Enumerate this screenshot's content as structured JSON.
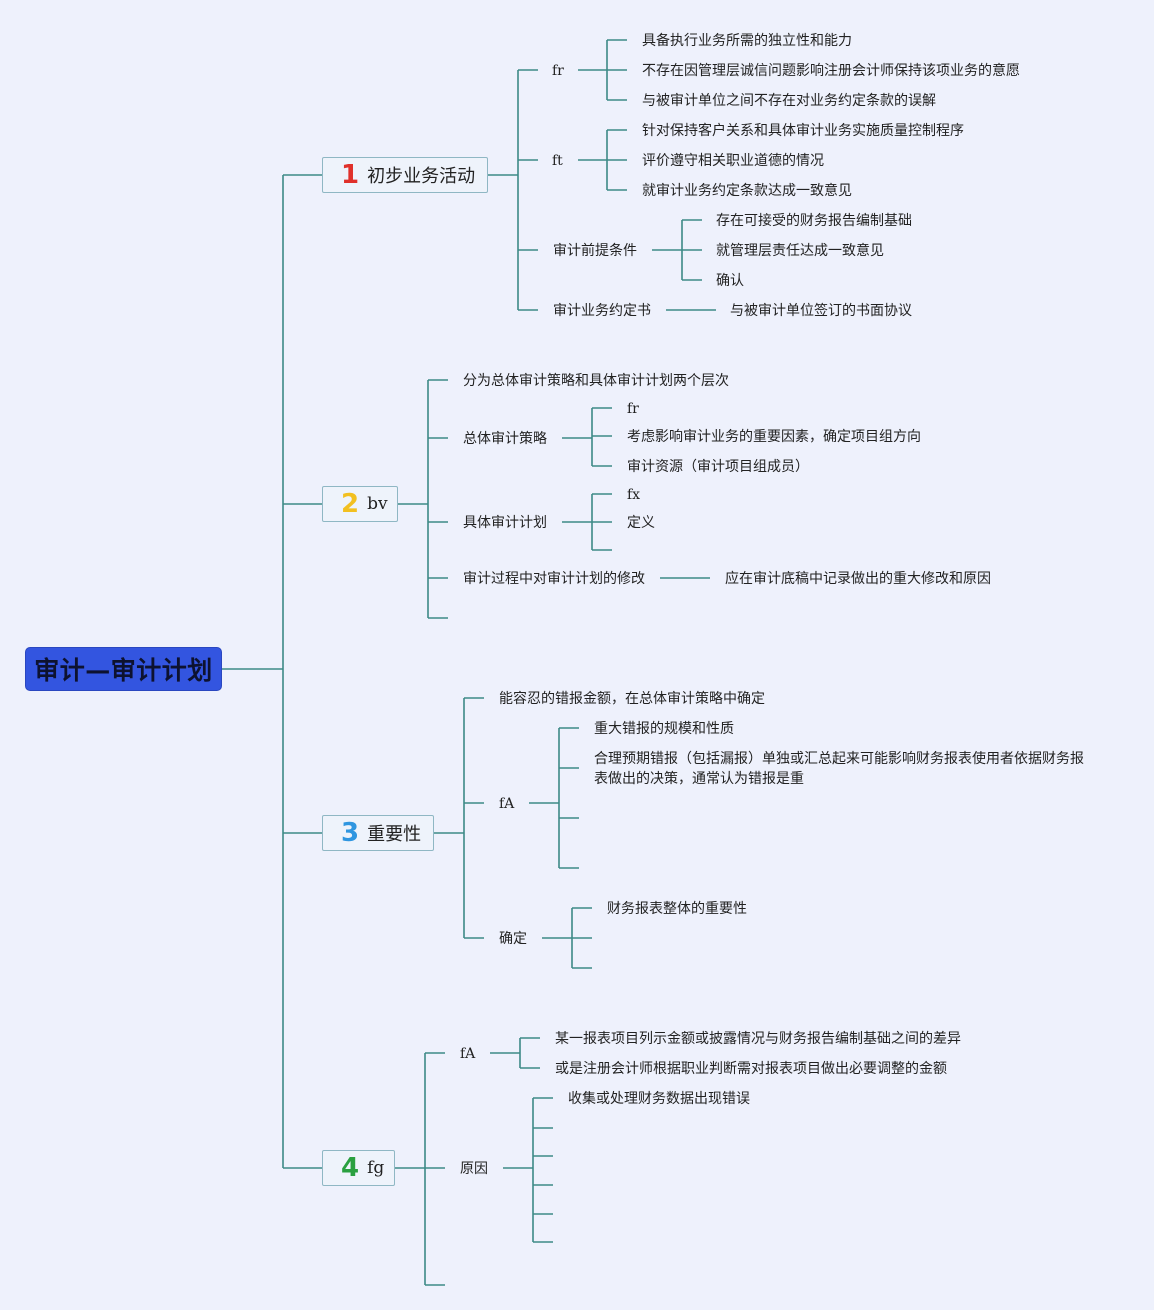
{
  "title": "审计—审计计划",
  "colors": {
    "root_bg": "#3355e0",
    "connector": "#3d8a86",
    "num1": "#e0302a",
    "num2": "#f2c020",
    "num3": "#2f96e0",
    "num4": "#2aa040"
  },
  "branches": [
    {
      "num": "1",
      "label": "初步业务活动",
      "items": {
        "fr": "fr",
        "fr_1": "具备执行业务所需的独立性和能力",
        "fr_2": "不存在因管理层诚信问题影响注册会计师保持该项业务的意愿",
        "fr_3": "与被审计单位之间不存在对业务约定条款的误解",
        "ft": "ft",
        "ft_1": "针对保持客户关系和具体审计业务实施质量控制程序",
        "ft_2": "评价遵守相关职业道德的情况",
        "ft_3": "就审计业务约定条款达成一致意见",
        "pre": "审计前提条件",
        "pre_1": "存在可接受的财务报告编制基础",
        "pre_2": "就管理层责任达成一致意见",
        "pre_3": "确认",
        "letter": "审计业务约定书",
        "letter_1": "与被审计单位签订的书面协议"
      }
    },
    {
      "num": "2",
      "label": "bv",
      "items": {
        "levels": "分为总体审计策略和具体审计计划两个层次",
        "overall": "总体审计策略",
        "overall_1": "fr",
        "overall_2": "考虑影响审计业务的重要因素，确定项目组方向",
        "overall_3": "审计资源（审计项目组成员）",
        "specific": "具体审计计划",
        "specific_1": "fx",
        "specific_2": "定义",
        "modify": "审计过程中对审计计划的修改",
        "modify_1": "应在审计底稿中记录做出的重大修改和原因"
      }
    },
    {
      "num": "3",
      "label": "重要性",
      "items": {
        "tolerable": "能容忍的错报金额，在总体审计策略中确定",
        "fa": "fA",
        "fa_1": "重大错报的规模和性质",
        "fa_2": "合理预期错报（包括漏报）单独或汇总起来可能影响财务报表使用者依据财务报表做出的决策，通常认为错报是重",
        "determine": "确定",
        "determine_1": "财务报表整体的重要性"
      }
    },
    {
      "num": "4",
      "label": "fg",
      "items": {
        "fa": "fA",
        "fa_1": "某一报表项目列示金额或披露情况与财务报告编制基础之间的差异",
        "fa_2": "或是注册会计师根据职业判断需对报表项目做出必要调整的金额",
        "cause": "原因",
        "cause_1": "收集或处理财务数据出现错误"
      }
    }
  ]
}
